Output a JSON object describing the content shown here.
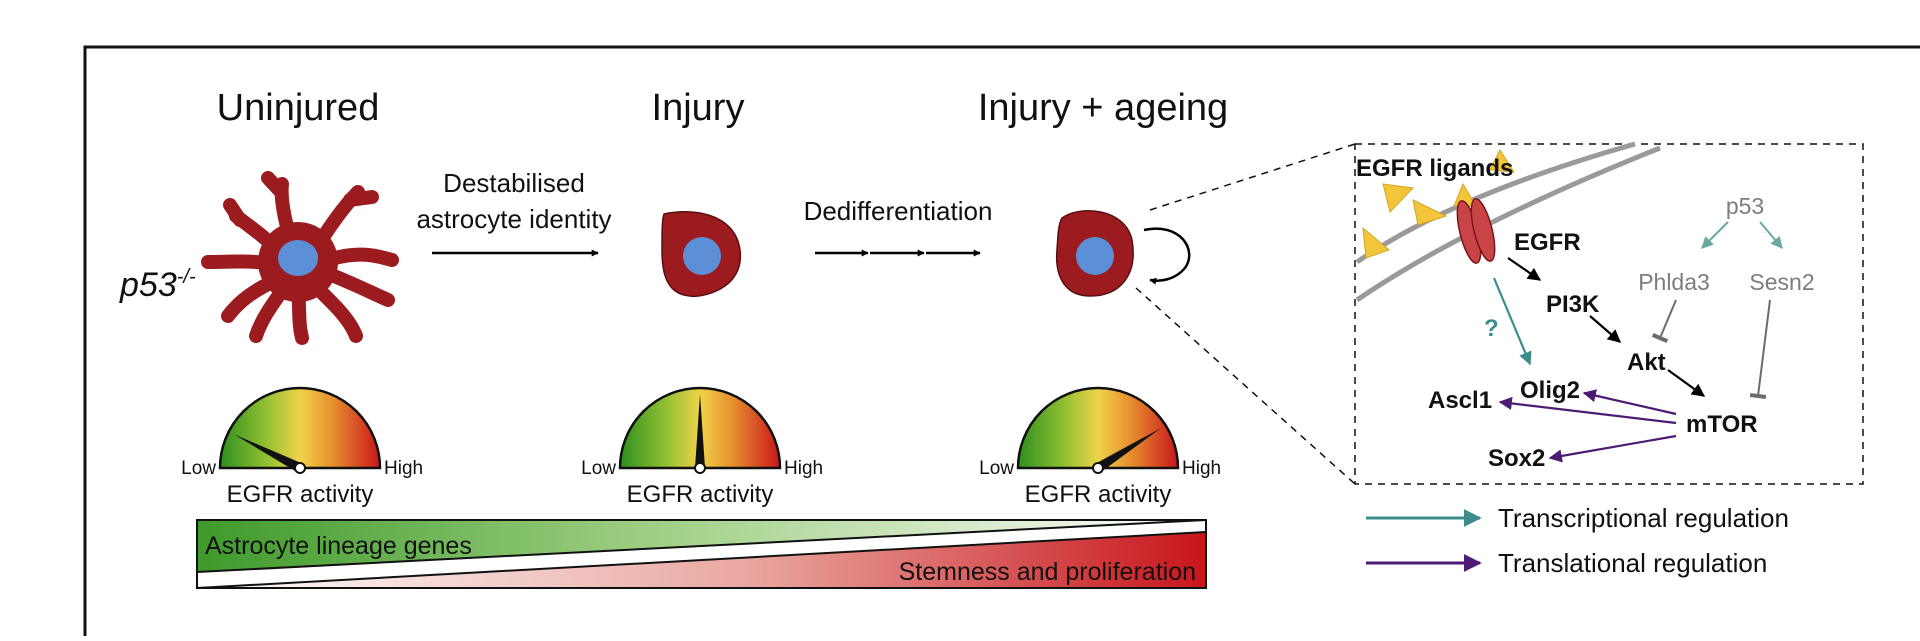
{
  "stages": {
    "uninjured": "Uninjured",
    "injury": "Injury",
    "injury_ageing": "Injury + ageing"
  },
  "genotype": {
    "base": "p53",
    "superscript": "-/-"
  },
  "transitions": {
    "first_line1": "Destabilised",
    "first_line2": "astrocyte identity",
    "second": "Dedifferentiation"
  },
  "gauges": [
    {
      "low": "Low",
      "high": "High",
      "name": "EGFR activity",
      "level": 0.15
    },
    {
      "low": "Low",
      "high": "High",
      "name": "EGFR activity",
      "level": 0.5
    },
    {
      "low": "Low",
      "high": "High",
      "name": "EGFR activity",
      "level": 0.82
    }
  ],
  "gradient_bar": {
    "top_label": "Astrocyte lineage genes",
    "bottom_label": "Stemness and proliferation"
  },
  "pathway": {
    "ligands": "EGFR ligands",
    "receptor": "EGFR",
    "pi3k": "PI3K",
    "akt": "Akt",
    "mtor": "mTOR",
    "olig2": "Olig2",
    "ascl1": "Ascl1",
    "sox2": "Sox2",
    "p53": "p53",
    "phlda3": "Phlda3",
    "sesn2": "Sesn2",
    "unknown": "?"
  },
  "legend": {
    "transcriptional": "Transcriptional regulation",
    "translational": "Translational regulation"
  },
  "colors": {
    "cell_body": "#9b1b1f",
    "nucleus": "#5b8fd6",
    "transcriptional_arrow": "#3c8c8c",
    "translational_arrow": "#4d1b73",
    "ligand": "#f2c53b",
    "membrane": "#9a9a9a",
    "gauge_green": "#2f8f1f",
    "gauge_yellow": "#f0d34a",
    "gauge_red": "#c8151b"
  }
}
